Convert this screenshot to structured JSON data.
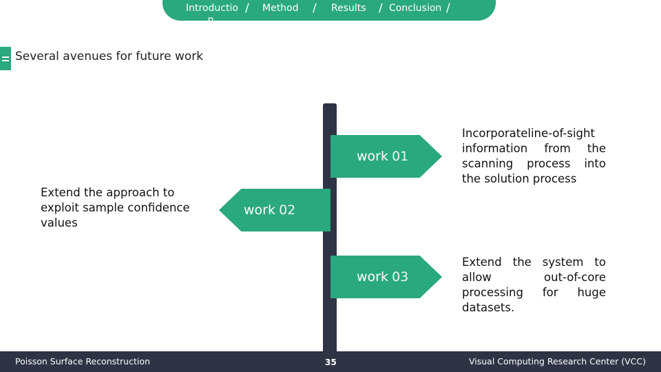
{
  "nav": {
    "items": [
      "Introductio n",
      "Method",
      "Results",
      "Conclusion"
    ],
    "separator": "/"
  },
  "heading": "Several avenues for future work",
  "signs": [
    {
      "label": "work",
      "num": "01",
      "note": "Incorporateline-of-sight information from the scanning process into the solution process"
    },
    {
      "label": "work",
      "num": "02",
      "note": "Extend the approach to exploit sample confidence values"
    },
    {
      "label": "work",
      "num": "03",
      "note": "Extend the system to allow out-of-core processing for huge datasets."
    }
  ],
  "footer": {
    "left": "Poisson Surface Reconstruction",
    "page": "35",
    "right": "Visual Computing Research Center (VCC)"
  },
  "colors": {
    "accent": "#2aa87e",
    "dark": "#2e3444"
  }
}
